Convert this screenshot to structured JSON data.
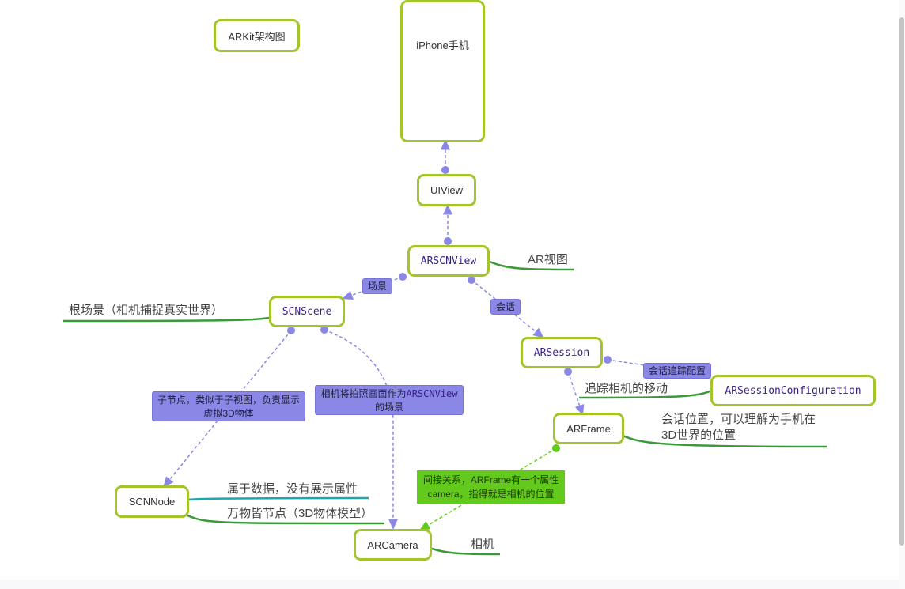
{
  "title": "ARKit架构图",
  "colors": {
    "node_border": "#a3c42a",
    "dashed_link": "#8a87e6",
    "note_line": "#3a9a3a",
    "note_line_teal": "#1fa7a7",
    "green_tag": "#63c91c",
    "purple_tag": "#8a87e6",
    "mono_text": "#3b1e8a"
  },
  "nodes": {
    "title": "ARKit架构图",
    "iphone": "iPhone手机",
    "uiview": "UIView",
    "arscnview": "ARSCNView",
    "scnscene": "SCNScene",
    "arsession": "ARSession",
    "arsessionconfiguration": "ARSessionConfiguration",
    "arframe": "ARFrame",
    "scnnode": "SCNNode",
    "arcamera": "ARCamera"
  },
  "tags": {
    "scene": "场景",
    "session": "会话",
    "session_tracking_config": "会话追踪配置",
    "child_node_line1": "子节点，类似于子视图，负责显示",
    "child_node_line2": "虚拟3D物体",
    "camera_scene_prefix": "相机将拍照画面作为",
    "camera_scene_class": "ARSCNView",
    "camera_scene_suffix": "的场景",
    "indirect_line1": "间接关系，ARFrame有一个属性",
    "indirect_line2": "camera，指得就是相机的位置"
  },
  "notes": {
    "arscnview": "AR视图",
    "scnscene": "根场景（相机捕捉真实世界）",
    "arsessionconfiguration": "追踪相机的移动",
    "arframe_line1": "会话位置，可以理解为手机在",
    "arframe_line2": "3D世界的位置",
    "scnnode_data": "属于数据，没有展示属性",
    "scnnode_all": "万物皆节点（3D物体模型）",
    "arcamera": "相机"
  },
  "scrollbar": {
    "orientation": "vertical"
  }
}
